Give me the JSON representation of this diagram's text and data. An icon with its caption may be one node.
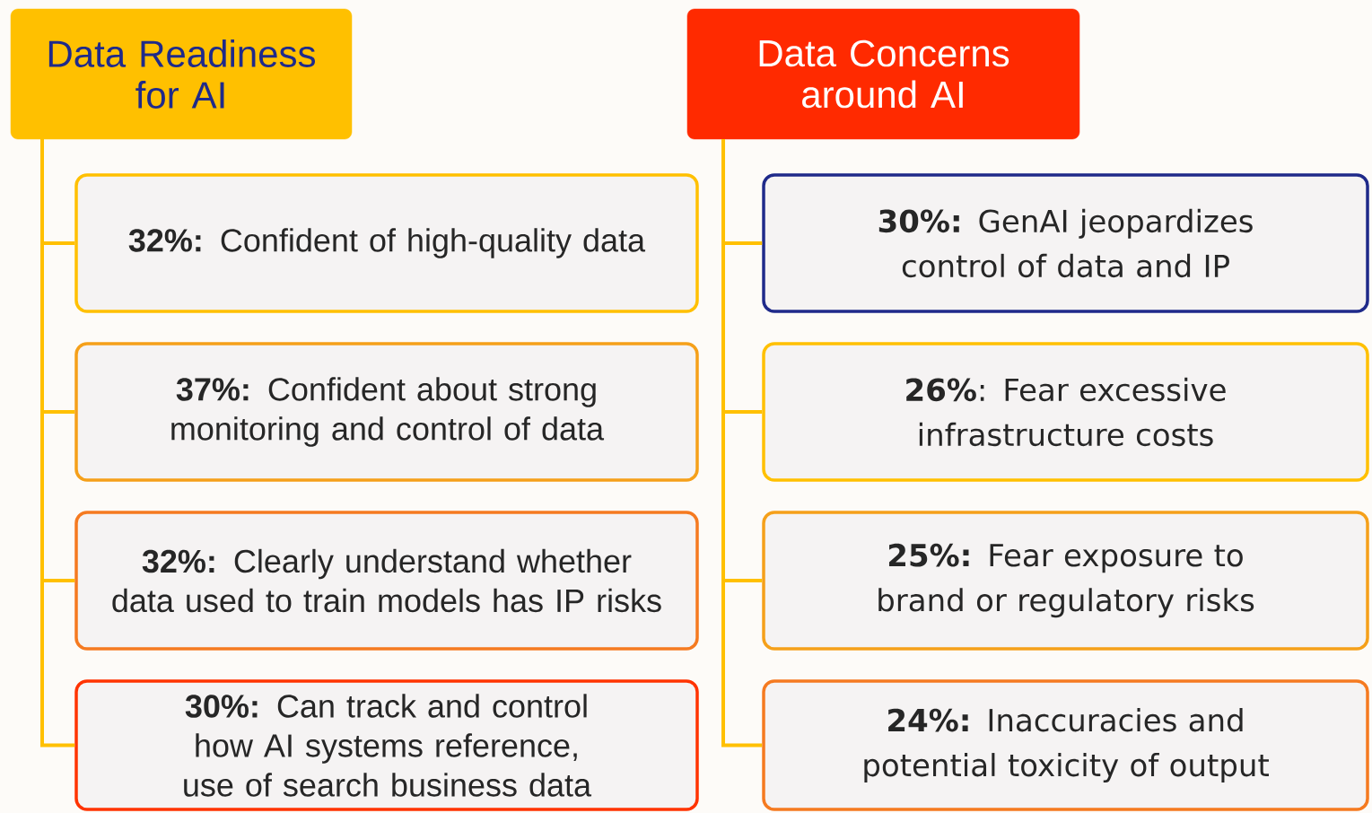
{
  "diagram": {
    "nodes": [
      {
        "text": [
          "Data Readiness for AI"
        ]
      },
      {
        "text": [
          "**32%:** Confident of high-quality data"
        ]
      },
      {
        "text": [
          "**37%:** Confident about strong monitoring and control of data"
        ]
      },
      {
        "text": [
          "**32%:** Clearly understand whether data used to train models has IP risks"
        ]
      },
      {
        "text": [
          "**30%:** Can track and control how AI systems reference, use of search business data"
        ]
      },
      {
        "text": [
          "Data Concerns around AI"
        ]
      },
      {
        "text": [
          "**30%:** GenAI jeopardizes control of data and IP"
        ]
      },
      {
        "text": [
          "**26%**: Fear excessive infrastructure costs"
        ]
      },
      {
        "text": [
          "**25%:** Fear exposure to brand or regulatory risks"
        ]
      },
      {
        "text": [
          "**24%:** Inaccuracies and potential toxicity of output"
        ]
      }
    ],
    "edges": [
      {
        "from": 0,
        "to": 1,
        "arrow": "none"
      },
      {
        "from": 0,
        "to": 2,
        "arrow": "none"
      },
      {
        "from": 0,
        "to": 3,
        "arrow": "none"
      },
      {
        "from": 0,
        "to": 4,
        "arrow": "none"
      },
      {
        "from": 5,
        "to": 6,
        "arrow": "none"
      },
      {
        "from": 5,
        "to": 7,
        "arrow": "none"
      },
      {
        "from": 5,
        "to": 8,
        "arrow": "none"
      },
      {
        "from": 5,
        "to": 9,
        "arrow": "none"
      }
    ]
  }
}
